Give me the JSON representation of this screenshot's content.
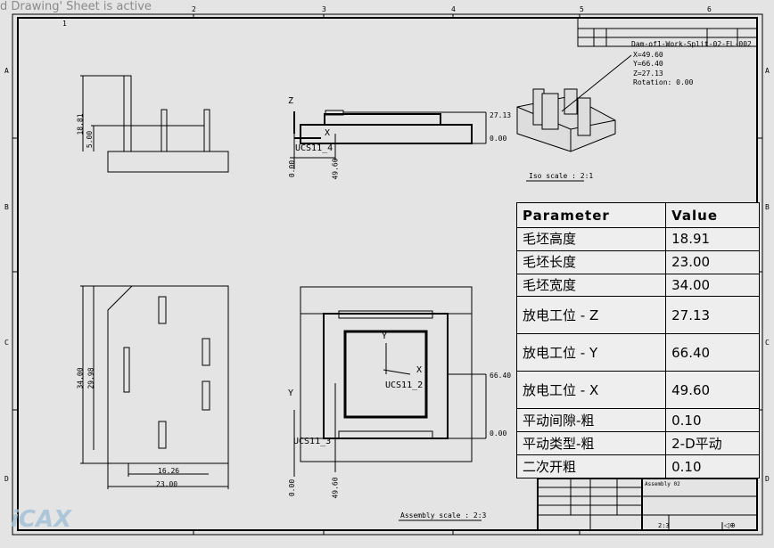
{
  "status": "d Drawing' Sheet is active",
  "columns": [
    "1",
    "2",
    "3",
    "4",
    "5",
    "6"
  ],
  "rows": [
    "A",
    "B",
    "C",
    "D"
  ],
  "iso_note": {
    "title": "Dam-of1-Work-Split-02-EL-002",
    "x": "X=49.60",
    "y": "Y=66.40",
    "z": "Z=27.13",
    "rotation": "Rotation: 0.00"
  },
  "iso_scale": "Iso scale : 2:1",
  "assembly_scale": "Assembly scale : 2:3",
  "dims": {
    "h1": "18.81",
    "h2": "5.00",
    "top_z": "27.13",
    "zero": "0.00",
    "x_side": "49.60",
    "zero2": "0.00",
    "v1": "34.00",
    "v2": "29.98",
    "w1": "16.26",
    "w2": "23.00",
    "y_right": "66.40",
    "zero3": "0.00",
    "x_bottom": "49.60"
  },
  "ucs": {
    "side": "UCS11_4",
    "center": "UCS11_2",
    "bottom": "UCS11_3",
    "z": "Z",
    "x": "X",
    "y": "Y"
  },
  "table": {
    "headers": [
      "Parameter",
      "Value"
    ],
    "rows": [
      [
        "毛坯高度",
        "18.91"
      ],
      [
        "毛坯长度",
        "23.00"
      ],
      [
        "毛坯宽度",
        "34.00"
      ],
      [
        "放电工位 - Z",
        "27.13"
      ],
      [
        "放电工位 - Y",
        "66.40"
      ],
      [
        "放电工位 - X",
        "49.60"
      ],
      [
        "平动间隙-粗",
        "0.10"
      ],
      [
        "平动类型-粗",
        "2-D平动"
      ],
      [
        "二次开粗",
        "0.10"
      ]
    ]
  },
  "title_block": {
    "name": "Assembly 02",
    "scale": "2:3"
  },
  "watermark": "iCAX"
}
